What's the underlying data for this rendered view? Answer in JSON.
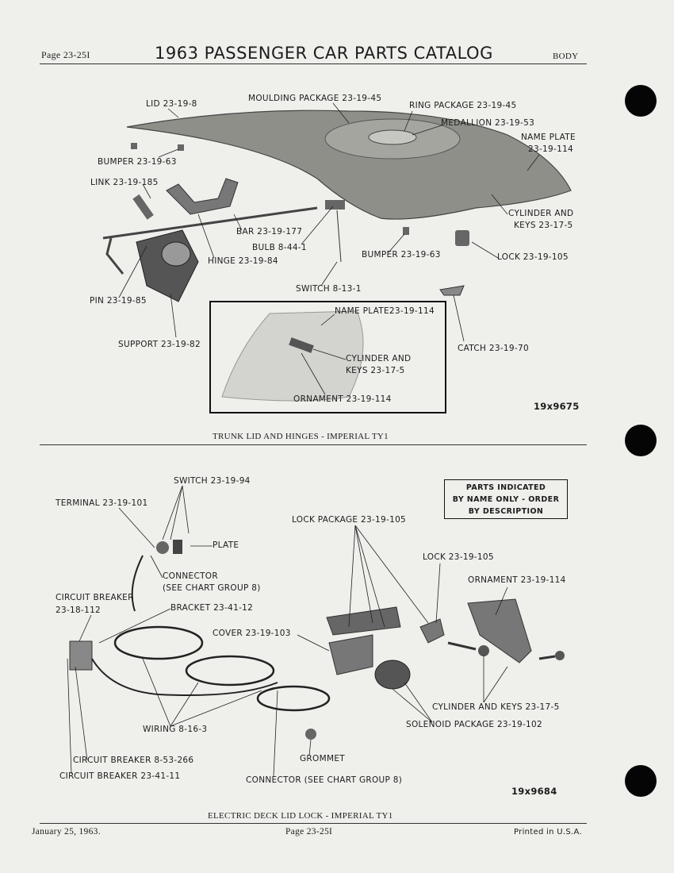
{
  "header": {
    "page_ref": "Page 23-25I",
    "title": "1963 PASSENGER CAR PARTS CATALOG",
    "section": "BODY"
  },
  "figure1": {
    "caption": "TRUNK LID AND HINGES - IMPERIAL TY1",
    "figure_number": "19x9675",
    "labels": {
      "lid": "LID 23-19-8",
      "moulding": "MOULDING PACKAGE 23-19-45",
      "ring": "RING PACKAGE 23-19-45",
      "medallion": "MEDALLION 23-19-53",
      "nameplate_1": "NAME PLATE",
      "nameplate_2": "23-19-114",
      "bumper_a": "BUMPER 23-19-63",
      "link": "LINK 23-19-185",
      "bar": "BAR 23-19-177",
      "bulb": "BULB 8-44-1",
      "hinge": "HINGE 23-19-84",
      "bumper_b": "BUMPER 23-19-63",
      "cyl_1": "CYLINDER AND",
      "cyl_2": "KEYS 23-17-5",
      "lock": "LOCK 23-19-105",
      "switch": "SWITCH 8-13-1",
      "pin": "PIN 23-19-85",
      "support": "SUPPORT 23-19-82",
      "catch": "CATCH 23-19-70"
    },
    "inset": {
      "nameplate": "NAME PLATE23-19-114",
      "cyl_1": "CYLINDER AND",
      "cyl_2": "KEYS 23-17-5",
      "ornament": "ORNAMENT 23-19-114"
    }
  },
  "figure2": {
    "caption": "ELECTRIC DECK LID LOCK - IMPERIAL TY1",
    "figure_number": "19x9684",
    "notice": [
      "PARTS INDICATED",
      "BY NAME ONLY - ORDER",
      "BY DESCRIPTION"
    ],
    "labels": {
      "switch": "SWITCH 23-19-94",
      "terminal": "TERMINAL 23-19-101",
      "lock_package": "LOCK PACKAGE 23-19-105",
      "plate": "PLATE",
      "connector_1": "CONNECTOR",
      "connector_2": "(SEE CHART GROUP 8)",
      "lock": "LOCK 23-19-105",
      "ornament": "ORNAMENT 23-19-114",
      "cb_1": "CIRCUIT BREAKER",
      "cb_2": "23-18-112",
      "bracket": "BRACKET 23-41-12",
      "cover": "COVER 23-19-103",
      "cylinder": "CYLINDER AND KEYS 23-17-5",
      "solenoid": "SOLENOID PACKAGE 23-19-102",
      "wiring": "WIRING 8-16-3",
      "cb_b": "CIRCUIT BREAKER 8-53-266",
      "grommet": "GROMMET",
      "cb_c": "CIRCUIT BREAKER 23-41-11",
      "connector_b": "CONNECTOR (SEE CHART GROUP 8)"
    }
  },
  "footer": {
    "date": "January 25, 1963.",
    "page": "Page 23-25I",
    "printed": "Printed in U.S.A."
  }
}
